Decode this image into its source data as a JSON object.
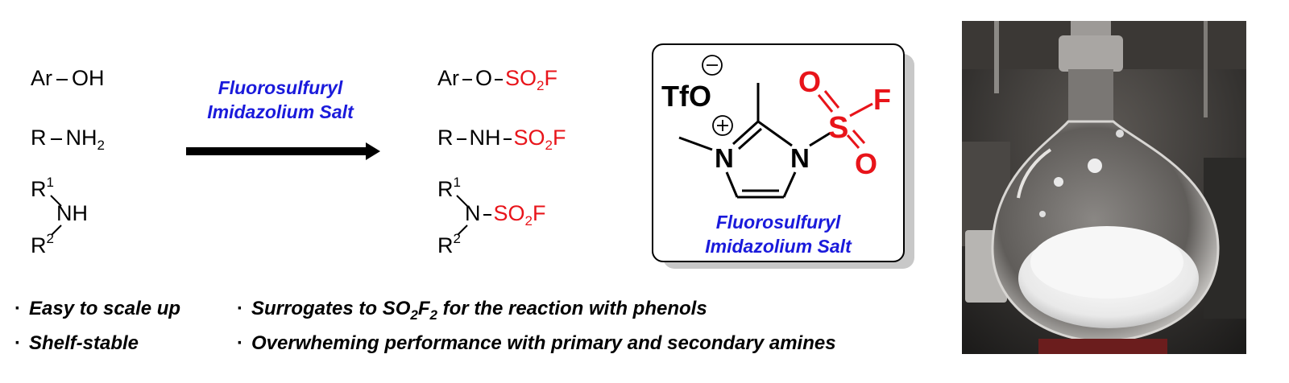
{
  "left_reagents": {
    "phenol": {
      "ar": "Ar",
      "oh": "OH"
    },
    "primary_amine": {
      "r": "R",
      "nh": "NH",
      "sub": "2"
    },
    "secondary_amine": {
      "r": "R",
      "sup1": "1",
      "sup2": "2",
      "nh": "NH"
    }
  },
  "conditions": {
    "line1": "Fluorosulfuryl",
    "line2": "Imidazolium Salt"
  },
  "products": {
    "aryl": {
      "ar": "Ar",
      "o": "O",
      "so": "SO",
      "sub": "2",
      "f": "F"
    },
    "primary": {
      "r": "R",
      "nh": "NH",
      "so": "SO",
      "sub": "2",
      "f": "F"
    },
    "secondary": {
      "r": "R",
      "sup1": "1",
      "sup2": "2",
      "n": "N",
      "so": "SO",
      "sub": "2",
      "f": "F"
    }
  },
  "structure": {
    "counterion": "TfO",
    "n_left": "N",
    "n_right": "N",
    "s": "S",
    "o": "O",
    "f": "F",
    "name_line1": "Fluorosulfuryl",
    "name_line2": "Imidazolium Salt"
  },
  "bullets": {
    "b1": "Easy to scale up",
    "b2": "Shelf-stable",
    "b3_pre": "Surrogates to SO",
    "b3_sub1": "2",
    "b3_f": "F",
    "b3_sub2": "2",
    "b3_post": " for the reaction with phenols",
    "b4": "Overwheming performance with primary and secondary amines",
    "dot": "·"
  },
  "colors": {
    "red": "#e8141a",
    "blue": "#1a1adb",
    "arrow": "#000000"
  },
  "photo": {
    "description_icon": "flask-photo"
  }
}
